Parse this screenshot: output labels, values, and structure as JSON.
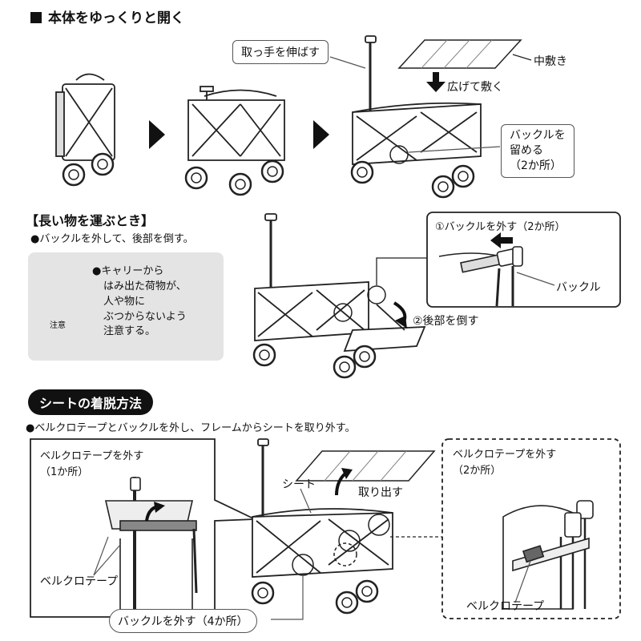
{
  "section1": {
    "title": "本体をゆっくりと開く",
    "extend_handle": "取っ手を伸ばす",
    "spread": "広げて敷く",
    "inner_mat": "中敷き",
    "buckle_fasten": [
      "バックルを",
      "留める",
      "（2か所）"
    ]
  },
  "section2": {
    "title": "【長い物を運ぶとき】",
    "bullet": "●バックルを外して、後部を倒す。",
    "warning_lines": [
      "●キャリーから",
      "はみ出た荷物が、",
      "人や物に",
      "ぶつからないよう",
      "注意する。"
    ],
    "warning_label": "注意",
    "step1": "①バックルを外す（2か所）",
    "buckle_label": "バックル",
    "step2": "②後部を倒す"
  },
  "section3": {
    "title": "シートの着脱方法",
    "bullet": "●ベルクロテープとバックルを外し、フレームからシートを取り外す。",
    "left_panel_title": [
      "ベルクロテープを外す",
      "（1か所）"
    ],
    "left_panel_label": "ベルクロテープ",
    "sheet_label": "シート",
    "take_out": "取り出す",
    "buckle_remove": "バックルを外す（4か所）",
    "right_panel_title": [
      "ベルクロテープを外す",
      "（2か所）"
    ],
    "right_panel_label": "ベルクロテープ"
  },
  "colors": {
    "warning_bg": "#e4e4e4",
    "pill_bg": "#111111",
    "line": "#222222"
  }
}
